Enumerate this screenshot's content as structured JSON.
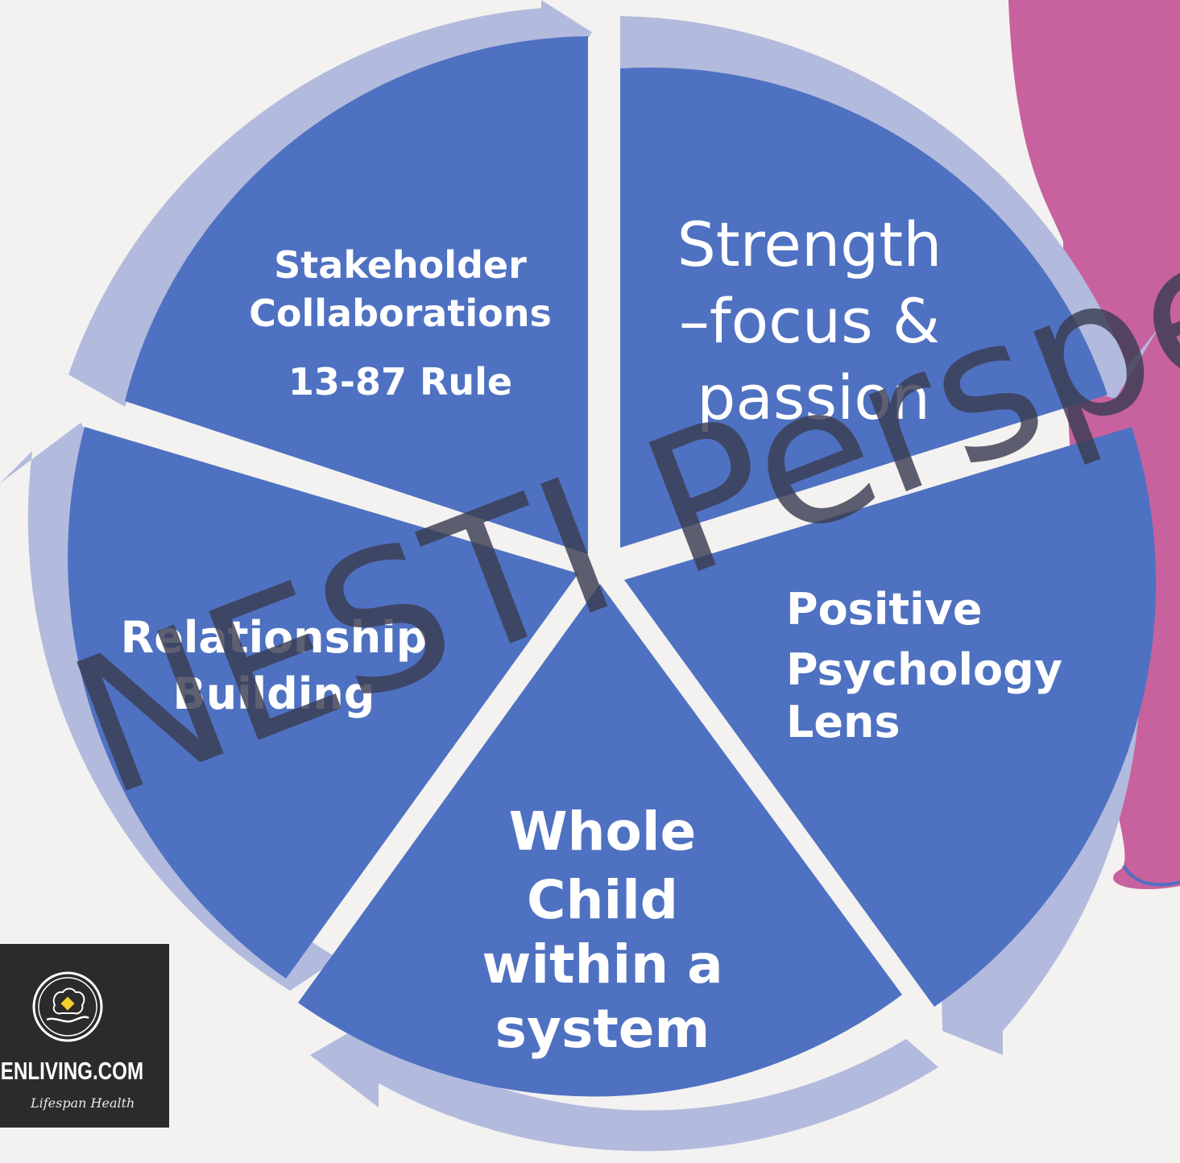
{
  "segments": [
    {
      "id": "top-left",
      "lines": [
        "Stakeholder",
        "Collaborations",
        "13-87 Rule"
      ]
    },
    {
      "id": "top-right",
      "lines": [
        "Strength",
        "–focus &",
        "passion"
      ]
    },
    {
      "id": "right",
      "lines": [
        "Positive",
        "Psychology",
        "Lens"
      ]
    },
    {
      "id": "bottom",
      "lines": [
        "Whole",
        "Child",
        "within a",
        "system"
      ]
    },
    {
      "id": "left",
      "lines": [
        "Relationship",
        "Building"
      ]
    }
  ],
  "watermark": "NESTI Perspe",
  "logo": {
    "brand": "ZENLIVING.COM",
    "tagline": "Lifespan Health"
  },
  "colors": {
    "background": "#f3f2f0",
    "segment": "#4f71c1",
    "arrow_ring": "#b2bade",
    "accent": "#c8629f",
    "logo_bg": "#2b2b2b"
  }
}
